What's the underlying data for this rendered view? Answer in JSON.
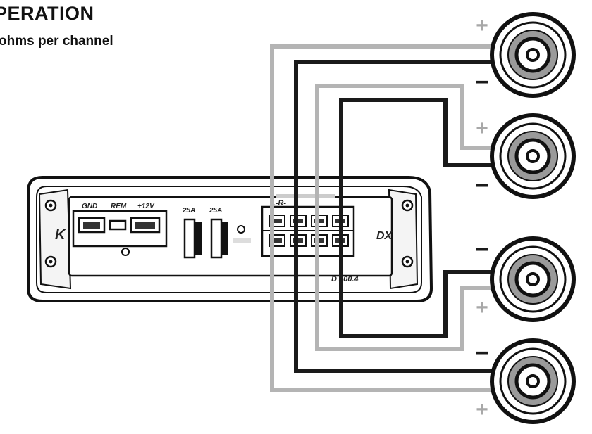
{
  "heading": "PERATION",
  "subheading": "ohms per channel",
  "amplifier": {
    "power_labels": {
      "gnd": "GND",
      "rem": "REM",
      "plus12v": "+12V"
    },
    "fuses": [
      "25A",
      "25A"
    ],
    "speaker_block_label": "L-R-",
    "model": "D 400.4",
    "brand_left": "K",
    "brand_right": "DX"
  },
  "speakers": [
    {
      "top_sign": "+",
      "bottom_sign": "−"
    },
    {
      "top_sign": "+",
      "bottom_sign": "−"
    },
    {
      "top_sign": "−",
      "bottom_sign": "+"
    },
    {
      "top_sign": "−",
      "bottom_sign": "+"
    }
  ],
  "colors": {
    "wire_dark": "#1a1a1a",
    "wire_light": "#b4b4b4",
    "cone_ring": "#9a9a9a",
    "plus_sign": "#a8a8a8",
    "minus_sign": "#1a1a1a"
  }
}
